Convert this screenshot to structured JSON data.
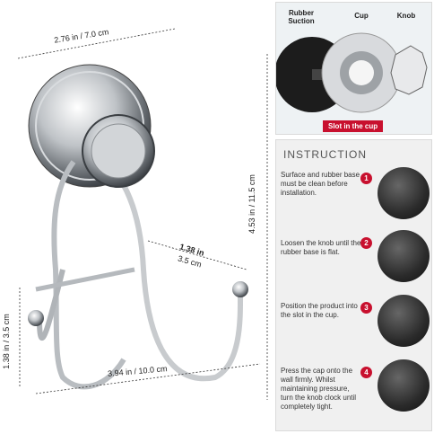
{
  "dimensions": {
    "width_top": "2.76 in / 7.0 cm",
    "height_right": "4.53 in / 11.5 cm",
    "depth_in": "1.38 in",
    "depth_cm": "3.5 cm",
    "hook_height": "1.38 in / 3.5 cm",
    "width_bottom": "3.94 in / 10.0 cm"
  },
  "parts": {
    "rubber_suction": "Rubber\nSuction",
    "cup": "Cup",
    "knob": "Knob",
    "slot": "Slot in the cup"
  },
  "instruction": {
    "title": "INSTRUCTION",
    "steps": [
      {
        "num": "1",
        "text": "Surface and rubber base must be clean before installation."
      },
      {
        "num": "2",
        "text": "Loosen the knob until the rubber base is flat."
      },
      {
        "num": "3",
        "text": "Position the product into the slot in the cup."
      },
      {
        "num": "4",
        "text": "Press the cap onto the wall firmly. Whilst maintaining pressure, turn the knob clock until completely tight."
      }
    ]
  },
  "colors": {
    "accent": "#c8102e"
  }
}
